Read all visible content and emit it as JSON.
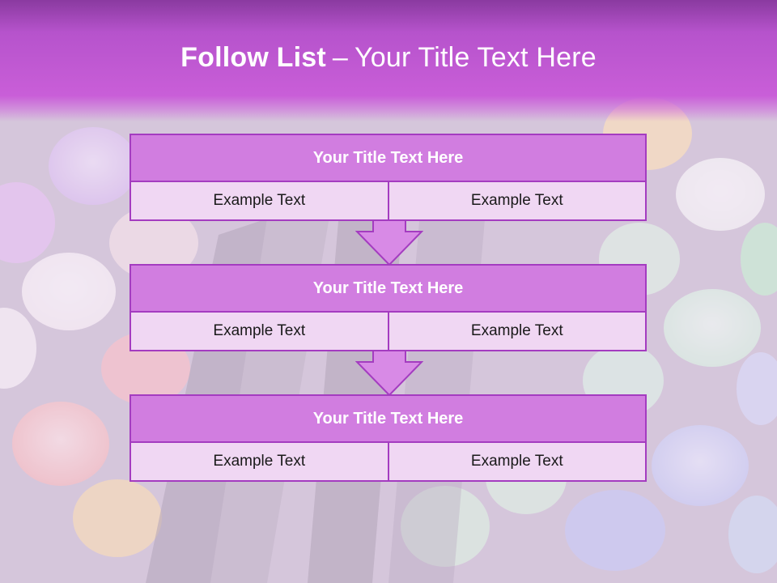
{
  "slide": {
    "title_bold": "Follow List",
    "title_sep": "–",
    "title_rest": "Your Title Text Here"
  },
  "steps": [
    {
      "title": "Your Title Text Here",
      "left": "Example Text",
      "right": "Example Text"
    },
    {
      "title": "Your Title Text Here",
      "left": "Example Text",
      "right": "Example Text"
    },
    {
      "title": "Your Title Text Here",
      "left": "Example Text",
      "right": "Example Text"
    }
  ],
  "colors": {
    "header": "#c95ed8",
    "box_border": "#a43cc0",
    "box_title_fill": "#d17de0",
    "cell_fill": "#f0d7f3",
    "arrow_fill": "#d88ae6"
  },
  "icons": [
    "down-arrow-icon"
  ]
}
